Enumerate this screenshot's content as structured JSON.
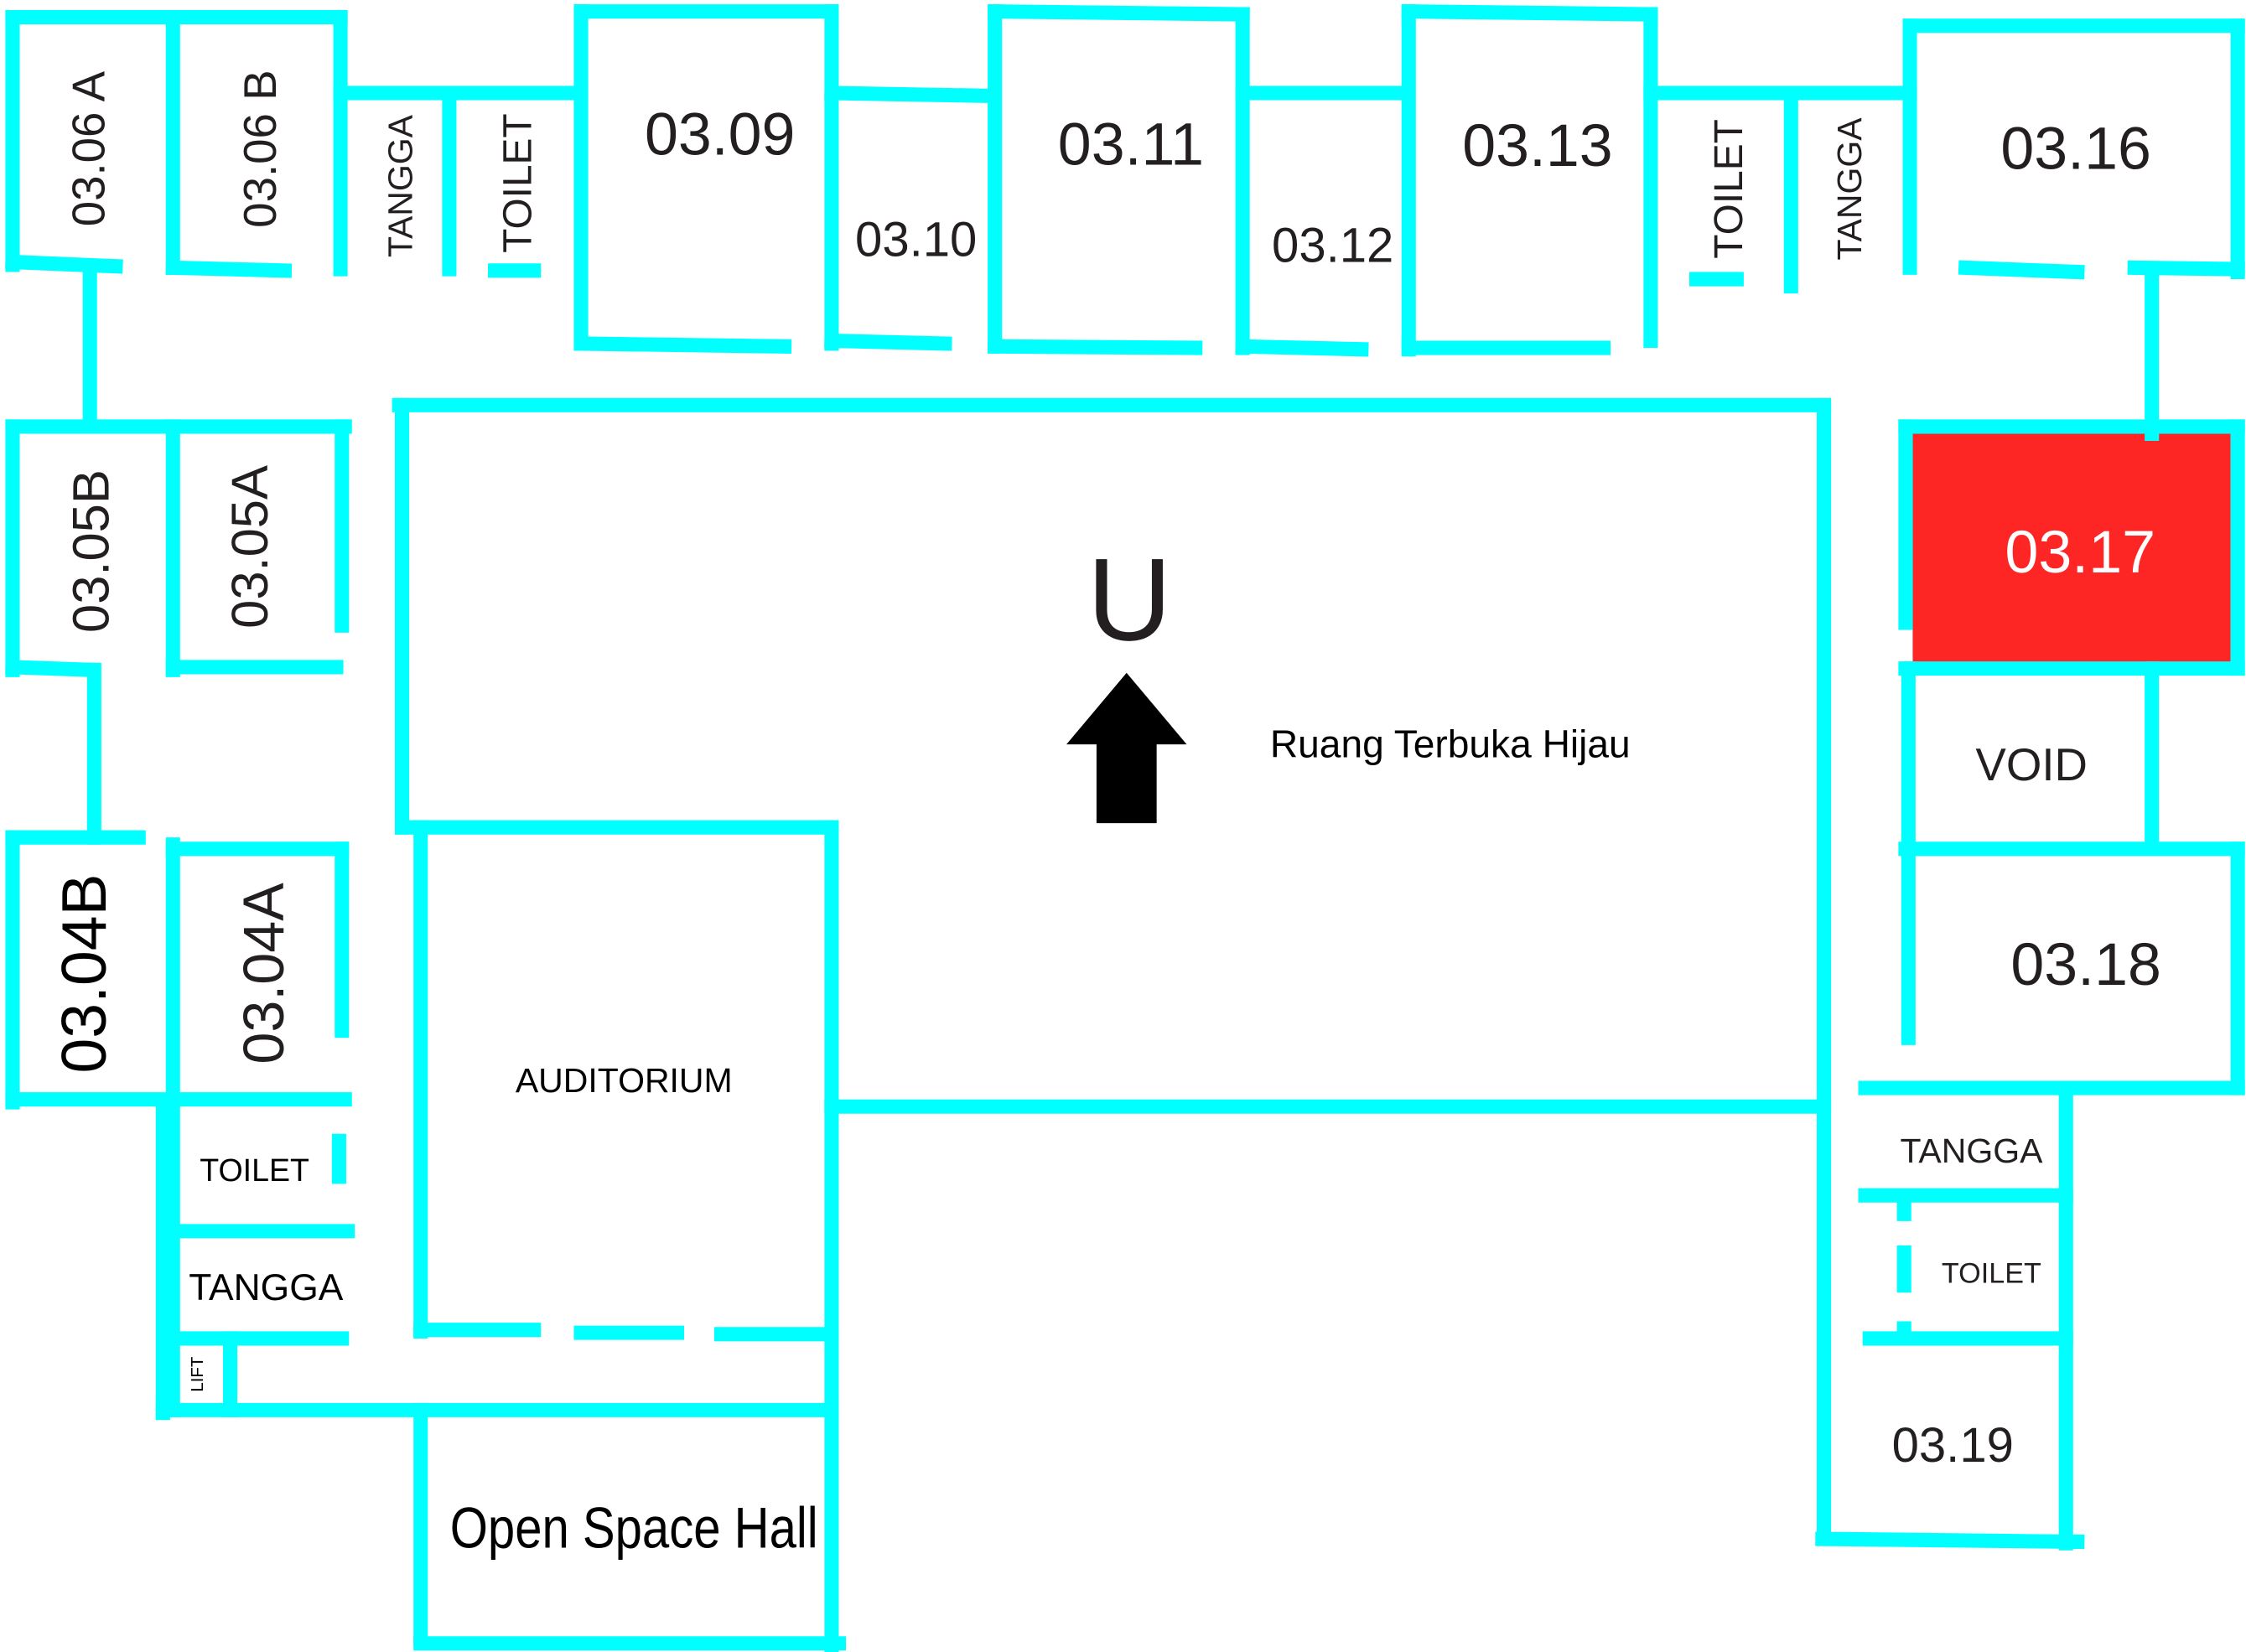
{
  "colors": {
    "wall": "#00ffff",
    "highlight": "#fe2525",
    "text": "#231f20",
    "highlight_text": "#ffffff"
  },
  "rooms": {
    "r0306a": "03.06 A",
    "r0306b": "03.06 B",
    "tangga_top_left": "TANGGA",
    "toilet_top_left": "TOILET",
    "r0309": "03.09",
    "r0310": "03.10",
    "r0311": "03.11",
    "r0312": "03.12",
    "r0313": "03.13",
    "toilet_top_right": "TOILET",
    "tangga_top_right": "TANGGA",
    "r0316": "03.16",
    "r0317": "03.17",
    "void": "VOID",
    "r0318": "03.18",
    "tangga_right": "TANGGA",
    "toilet_right": "TOILET",
    "r0319": "03.19",
    "r0305b": "03.05B",
    "r0305a": "03.05A",
    "r0304b": "03.04B",
    "r0304a": "03.04A",
    "toilet_left": "TOILET",
    "tangga_left": "TANGGA",
    "lift": "LIFT",
    "auditorium": "AUDITORIUM",
    "open_space_hall": "Open Space Hall",
    "green_space": "Ruang Terbuka Hijau"
  },
  "compass": {
    "label": "U",
    "icon": "north-arrow-icon"
  },
  "highlighted_room": "03.17"
}
